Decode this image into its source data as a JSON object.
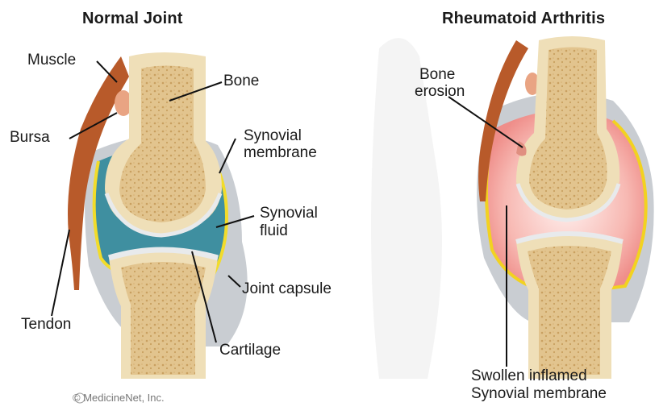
{
  "normal_joint": {
    "title": "Normal Joint",
    "labels": {
      "muscle": "Muscle",
      "bursa": "Bursa",
      "tendon": "Tendon",
      "bone": "Bone",
      "synovial_membrane_line1": "Synovial",
      "synovial_membrane_line2": "membrane",
      "synovial_fluid_line1": "Synovial",
      "synovial_fluid_line2": "fluid",
      "joint_capsule": "Joint capsule",
      "cartilage": "Cartilage"
    }
  },
  "rheumatoid_arthritis": {
    "title": "Rheumatoid Arthritis",
    "labels": {
      "bone_erosion_line1": "Bone",
      "bone_erosion_line2": "erosion",
      "swollen_line1": "Swollen inflamed",
      "swollen_line2": "Synovial membrane"
    }
  },
  "copyright": "© MedicineNet, Inc.",
  "colors": {
    "bone": "#eedcb4",
    "bone_spongy": "#d9b478",
    "muscle": "#b95a2a",
    "synovial_fluid": "#3c8c9c",
    "membrane": "#f2dc2a",
    "capsule": "#c8ccd0",
    "inflamed": "#f4a0a0"
  }
}
